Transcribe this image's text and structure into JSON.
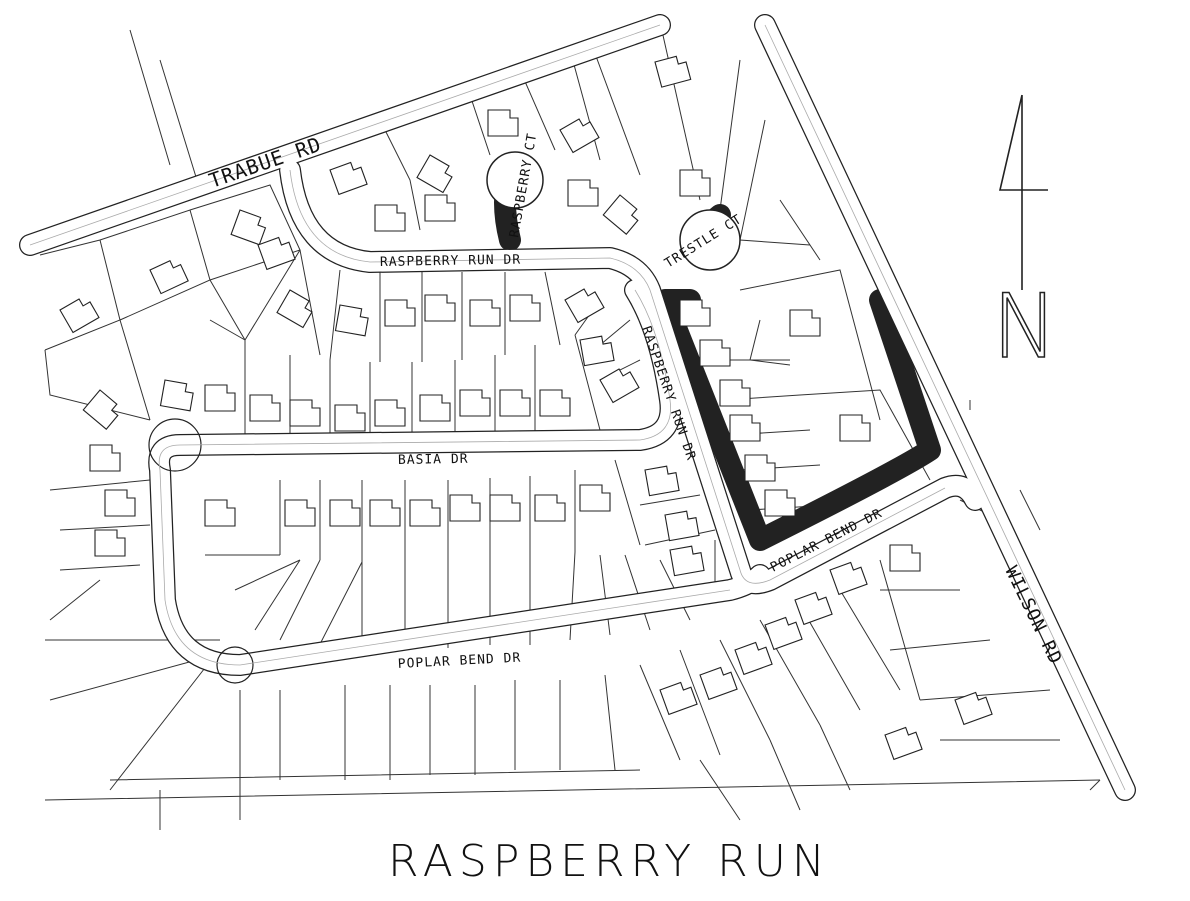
{
  "map": {
    "title": "RASPBERRY RUN",
    "north_label": "N",
    "streets": {
      "trabue_rd": "TRABUE RD",
      "raspberry_ct": "RASPBERRY CT",
      "raspberry_run_dr_top": "RASPBERRY RUN DR",
      "trestle_ct": "TRESTLE CT",
      "basia_dr": "BASIA DR",
      "raspberry_run_dr_side": "RASPBERRY RUN DR",
      "poplar_bend_dr_right": "POPLAR BEND DR",
      "poplar_bend_dr_bottom": "POPLAR BEND DR",
      "wilson_rd": "WILSON RD"
    },
    "colors": {
      "ink": "#111111",
      "paper": "#ffffff"
    }
  }
}
